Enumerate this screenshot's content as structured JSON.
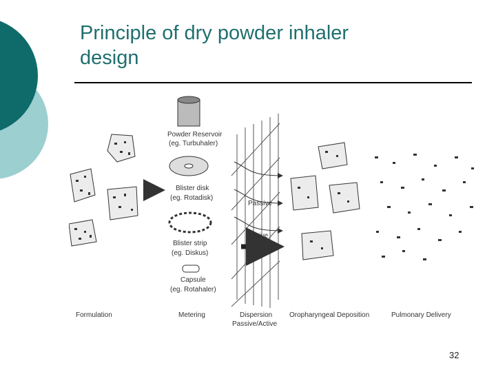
{
  "slide": {
    "title_line1": "Principle of dry powder inhaler",
    "title_line2": "design",
    "page_number": "32",
    "accent_dark": "#0f6b6a",
    "accent_light": "#9ccfd0"
  },
  "diagram": {
    "devices": [
      {
        "name": "Powder Reservoir",
        "example": "(eg. Turbuhaler)"
      },
      {
        "name": "Blister disk",
        "example": "(eg. Rotadisk)"
      },
      {
        "name": "Blister strip",
        "example": "(eg. Diskus)"
      },
      {
        "name": "Capsule",
        "example": "(eg. Rotahaler)"
      }
    ],
    "modes": {
      "passive": "Passive",
      "active": "Active"
    },
    "stages": {
      "formulation": "Formulation",
      "metering": "Metering",
      "dispersion_line1": "Dispersion",
      "dispersion_line2": "Passive/Active",
      "oropharyngeal": "Oropharyngeal Deposition",
      "pulmonary": "Pulmonary Delivery"
    }
  }
}
